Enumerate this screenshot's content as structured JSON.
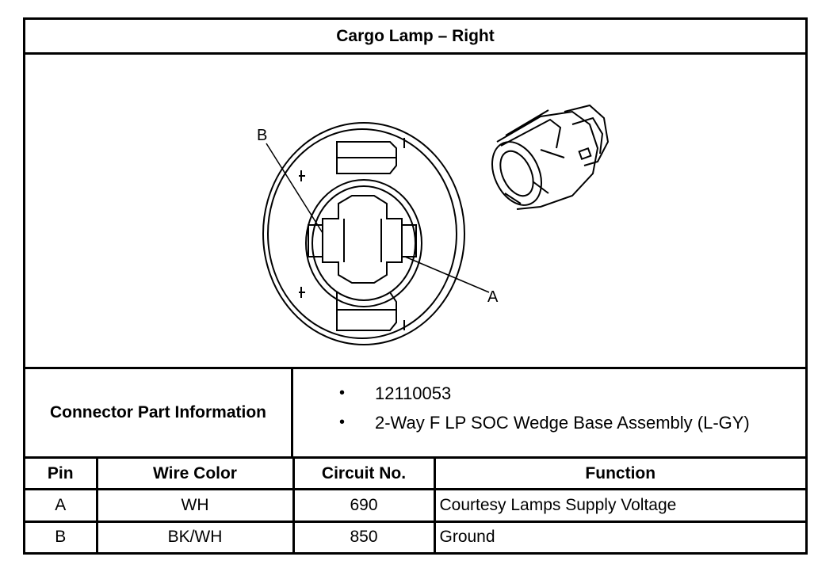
{
  "title": "Cargo Lamp – Right",
  "figure": {
    "callouts": [
      {
        "id": "B",
        "label": "B"
      },
      {
        "id": "A",
        "label": "A"
      }
    ]
  },
  "connector_info": {
    "label": "Connector Part Information",
    "items": [
      {
        "bullet": "•",
        "text": "12110053"
      },
      {
        "bullet": "•",
        "text": "2-Way F LP SOC Wedge Base Assembly (L-GY)"
      }
    ]
  },
  "pin_table": {
    "headers": [
      "Pin",
      "Wire Color",
      "Circuit No.",
      "Function"
    ],
    "rows": [
      [
        "A",
        "WH",
        "690",
        "Courtesy Lamps Supply Voltage"
      ],
      [
        "B",
        "BK/WH",
        "850",
        "Ground"
      ]
    ]
  }
}
